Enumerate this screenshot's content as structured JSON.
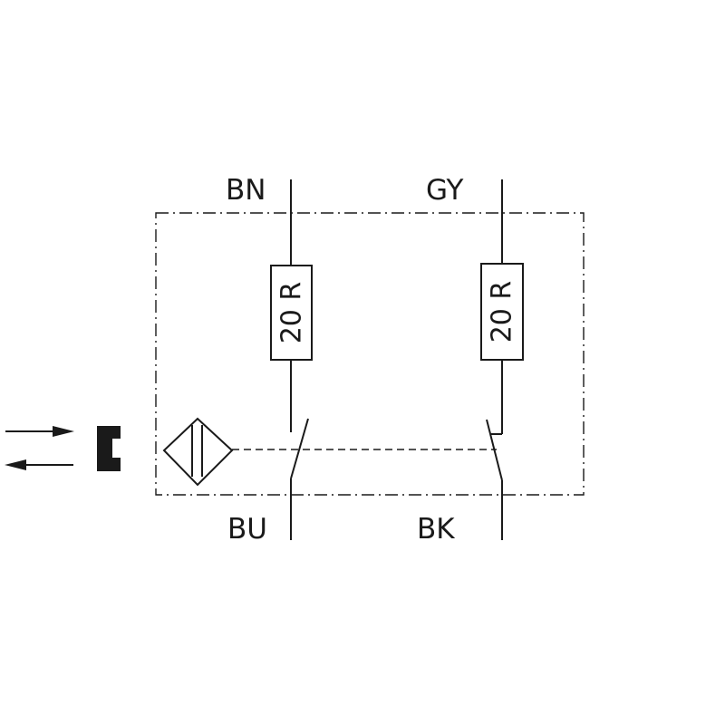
{
  "terminals": {
    "bn": "BN",
    "gy": "GY",
    "bu": "BU",
    "bk": "BK"
  },
  "resistors": {
    "left": "20 R",
    "right": "20 R"
  },
  "icons": {
    "approach_arrows": "double-arrow-icon",
    "target": "target-block-icon",
    "sensor": "inductive-sensor-icon",
    "switch_no": "normally-open-switch-icon",
    "switch_nc": "normally-closed-switch-icon"
  }
}
